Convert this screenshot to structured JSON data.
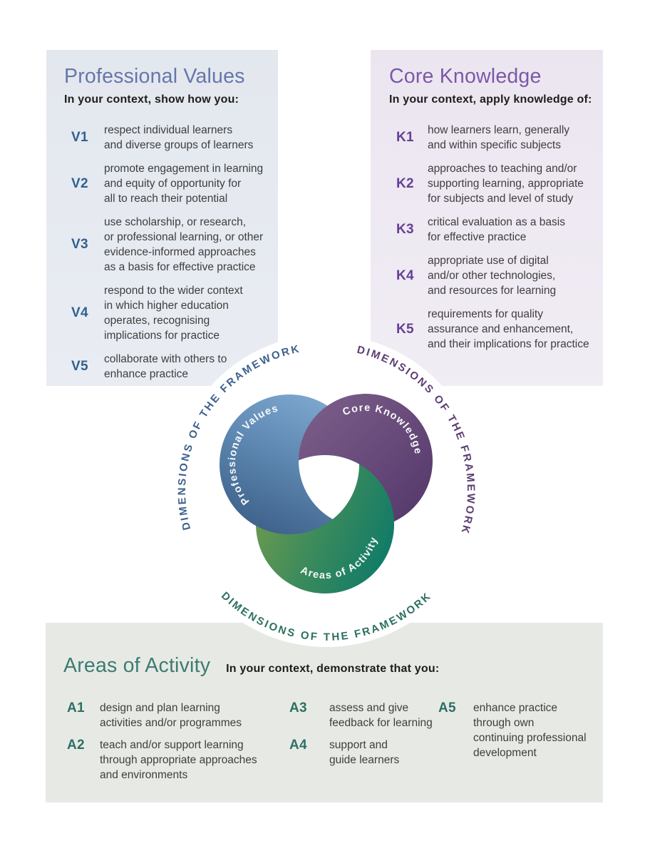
{
  "values_panel": {
    "title": "Professional Values",
    "intro": "In your context, show how you:",
    "accent_color": "#6577ab",
    "label_color": "#30618f",
    "items": [
      {
        "id": "V1",
        "text": "respect individual learners\nand diverse groups of learners"
      },
      {
        "id": "V2",
        "text": "promote engagement in learning\nand equity of opportunity for\nall to reach their potential"
      },
      {
        "id": "V3",
        "text": "use scholarship, or research,\nor professional learning, or other\nevidence-informed approaches\nas a basis for effective practice"
      },
      {
        "id": "V4",
        "text": "respond to the wider context\nin which higher education\noperates, recognising\nimplications for practice"
      },
      {
        "id": "V5",
        "text": "collaborate with others to\nenhance practice"
      }
    ]
  },
  "knowledge_panel": {
    "title": "Core Knowledge",
    "intro": "In your context, apply knowledge of:",
    "accent_color": "#7c58a8",
    "label_color": "#654096",
    "items": [
      {
        "id": "K1",
        "text": "how learners learn, generally\nand within specific subjects"
      },
      {
        "id": "K2",
        "text": "approaches to teaching and/or\nsupporting learning, appropriate\nfor subjects and level of study"
      },
      {
        "id": "K3",
        "text": "critical evaluation as a basis\nfor effective practice"
      },
      {
        "id": "K4",
        "text": "appropriate use of digital\nand/or other technologies,\nand resources for learning"
      },
      {
        "id": "K5",
        "text": "requirements for quality\nassurance and enhancement,\nand their implications for practice"
      }
    ]
  },
  "activity_panel": {
    "title": "Areas of Activity",
    "intro": "In your context, demonstrate that you:",
    "accent_color": "#3e7b73",
    "label_color": "#2d6f66",
    "items": [
      {
        "id": "A1",
        "text": "design and plan learning\nactivities and/or programmes"
      },
      {
        "id": "A2",
        "text": "teach and/or support learning\nthrough appropriate approaches\nand environments"
      },
      {
        "id": "A3",
        "text": "assess and give\nfeedback for learning"
      },
      {
        "id": "A4",
        "text": "support and\nguide learners"
      },
      {
        "id": "A5",
        "text": "enhance practice\nthrough own\ncontinuing professional\ndevelopment"
      }
    ]
  },
  "diagram": {
    "ring_label": "DIMENSIONS OF THE FRAMEWORK",
    "ring_colors": {
      "top_left": "#3f618c",
      "top_right": "#5c3d74",
      "bottom": "#2d7061"
    },
    "circles": [
      {
        "label": "Professional Values",
        "color_start": "#7ea8d0",
        "color_end": "#3c5f88"
      },
      {
        "label": "Core Knowledge",
        "color_start": "#7a5c88",
        "color_end": "#563a6d"
      },
      {
        "label": "Areas of Activity",
        "color_start": "#6f9b4e",
        "color_end": "#0e7a68"
      }
    ]
  }
}
